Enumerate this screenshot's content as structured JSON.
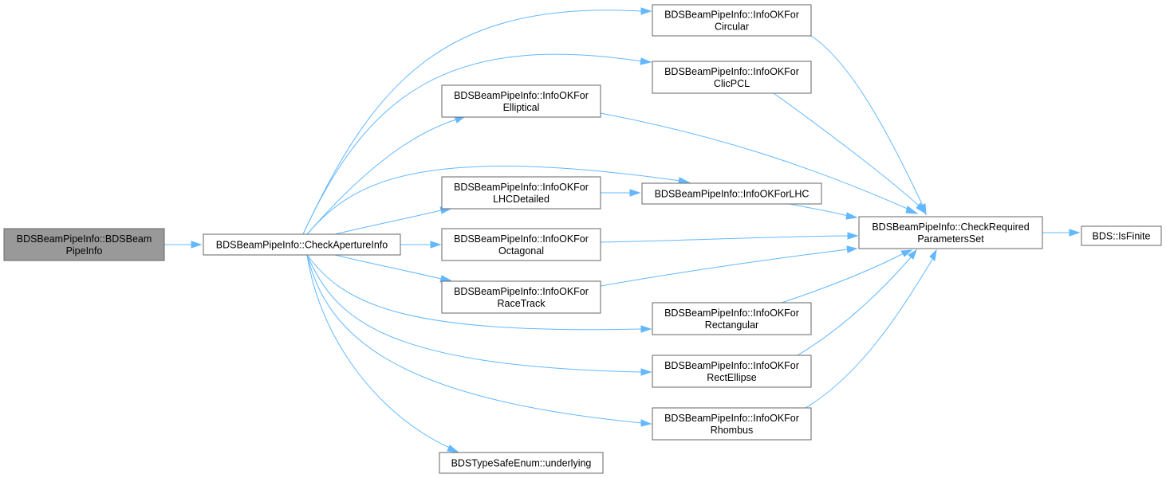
{
  "diagram": {
    "nodes": [
      {
        "id": "ctor",
        "lines": [
          "BDSBeamPipeInfo::BDSBeam",
          "PipeInfo"
        ],
        "highlighted": true
      },
      {
        "id": "check",
        "lines": [
          "BDSBeamPipeInfo::CheckApertureInfo"
        ]
      },
      {
        "id": "circular",
        "lines": [
          "BDSBeamPipeInfo::InfoOKFor",
          "Circular"
        ]
      },
      {
        "id": "clicpcl",
        "lines": [
          "BDSBeamPipeInfo::InfoOKFor",
          "ClicPCL"
        ]
      },
      {
        "id": "elliptical",
        "lines": [
          "BDSBeamPipeInfo::InfoOKFor",
          "Elliptical"
        ]
      },
      {
        "id": "lhcdetailed",
        "lines": [
          "BDSBeamPipeInfo::InfoOKFor",
          "LHCDetailed"
        ]
      },
      {
        "id": "lhc",
        "lines": [
          "BDSBeamPipeInfo::InfoOKForLHC"
        ]
      },
      {
        "id": "octagonal",
        "lines": [
          "BDSBeamPipeInfo::InfoOKFor",
          "Octagonal"
        ]
      },
      {
        "id": "racetrack",
        "lines": [
          "BDSBeamPipeInfo::InfoOKFor",
          "RaceTrack"
        ]
      },
      {
        "id": "rectangular",
        "lines": [
          "BDSBeamPipeInfo::InfoOKFor",
          "Rectangular"
        ]
      },
      {
        "id": "rectellipse",
        "lines": [
          "BDSBeamPipeInfo::InfoOKFor",
          "RectEllipse"
        ]
      },
      {
        "id": "rhombus",
        "lines": [
          "BDSBeamPipeInfo::InfoOKFor",
          "Rhombus"
        ]
      },
      {
        "id": "underlying",
        "lines": [
          "BDSTypeSafeEnum::underlying"
        ]
      },
      {
        "id": "required",
        "lines": [
          "BDSBeamPipeInfo::CheckRequired",
          "ParametersSet"
        ]
      },
      {
        "id": "isfinite",
        "lines": [
          "BDS::IsFinite"
        ]
      }
    ],
    "edges": [
      {
        "from": "ctor",
        "to": "check"
      },
      {
        "from": "check",
        "to": "circular"
      },
      {
        "from": "check",
        "to": "clicpcl"
      },
      {
        "from": "check",
        "to": "elliptical"
      },
      {
        "from": "check",
        "to": "lhc"
      },
      {
        "from": "check",
        "to": "lhcdetailed"
      },
      {
        "from": "check",
        "to": "octagonal"
      },
      {
        "from": "check",
        "to": "racetrack"
      },
      {
        "from": "check",
        "to": "rectangular"
      },
      {
        "from": "check",
        "to": "rectellipse"
      },
      {
        "from": "check",
        "to": "rhombus"
      },
      {
        "from": "check",
        "to": "underlying"
      },
      {
        "from": "lhcdetailed",
        "to": "lhc"
      },
      {
        "from": "circular",
        "to": "required"
      },
      {
        "from": "clicpcl",
        "to": "required"
      },
      {
        "from": "elliptical",
        "to": "required"
      },
      {
        "from": "lhc",
        "to": "required"
      },
      {
        "from": "octagonal",
        "to": "required"
      },
      {
        "from": "racetrack",
        "to": "required"
      },
      {
        "from": "rectangular",
        "to": "required"
      },
      {
        "from": "rectellipse",
        "to": "required"
      },
      {
        "from": "rhombus",
        "to": "required"
      },
      {
        "from": "required",
        "to": "isfinite"
      }
    ],
    "colors": {
      "edge": "#63b8ff",
      "node_border": "#666666",
      "node_fill": "#ffffff",
      "highlight_fill": "#999999"
    }
  }
}
